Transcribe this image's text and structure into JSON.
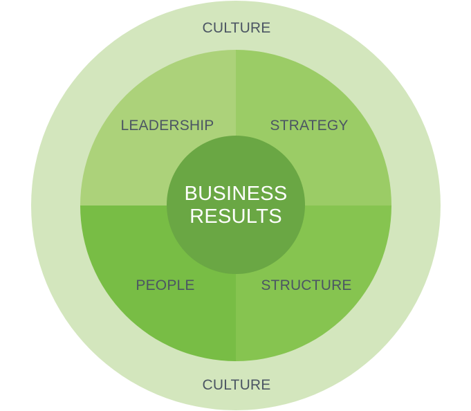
{
  "outer_ring": {
    "top_label": "CULTURE",
    "bottom_label": "CULTURE"
  },
  "quadrants": {
    "top_left": "LEADERSHIP",
    "top_right": "STRATEGY",
    "bottom_left": "PEOPLE",
    "bottom_right": "STRUCTURE"
  },
  "center": {
    "line1": "BUSINESS",
    "line2": "RESULTS"
  },
  "colors": {
    "outer_ring": "#d3e6bd",
    "top_left": "#acd27a",
    "top_right": "#9bcc66",
    "bottom_left": "#78bd45",
    "bottom_right": "#86c450",
    "center": "#6aa744",
    "label_text": "#4b5563",
    "center_text": "#ffffff"
  }
}
